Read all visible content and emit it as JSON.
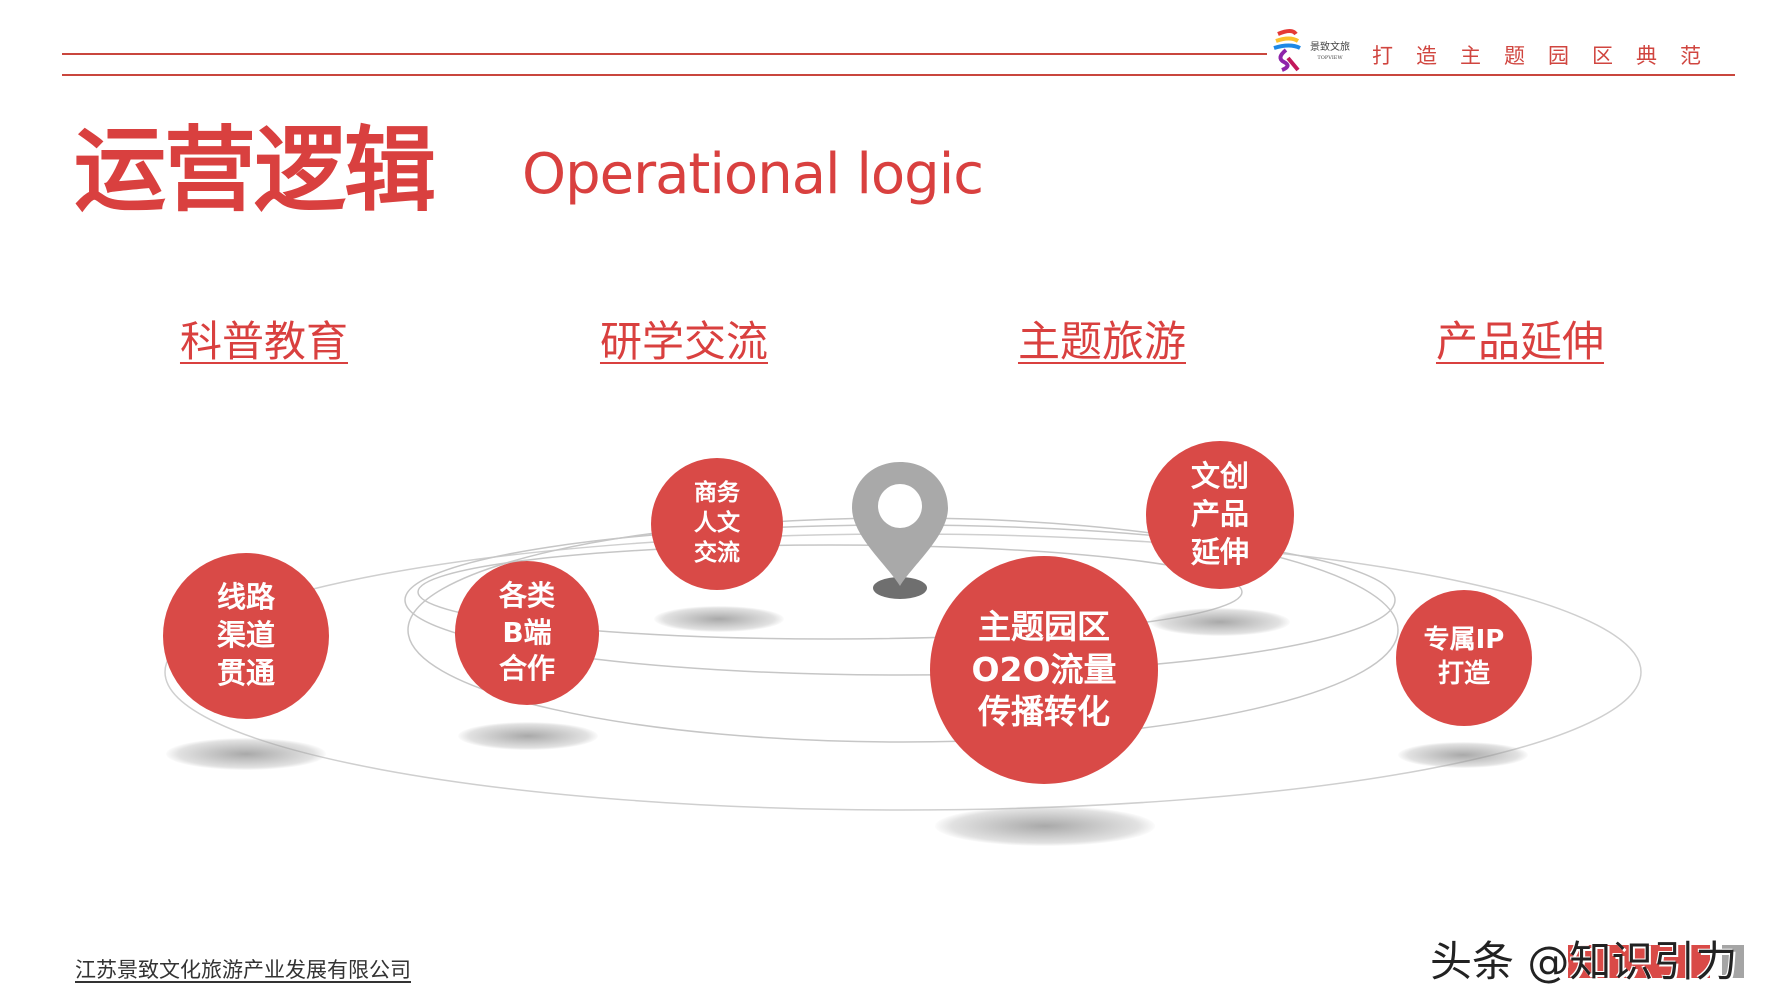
{
  "header": {
    "brand_name": "景致文旅",
    "brand_sub": "TOPVIEW",
    "tagline": "打造主题园区典范",
    "accent_color": "#d9403f"
  },
  "title": {
    "cn": "运营逻辑",
    "en": "Operational logic"
  },
  "categories": [
    "科普教育",
    "研学交流",
    "主题旅游",
    "产品延伸"
  ],
  "bubbles": [
    {
      "lines": [
        "线路",
        "渠道",
        "贯通"
      ]
    },
    {
      "lines": [
        "各类",
        "B端",
        "合作"
      ]
    },
    {
      "lines": [
        "商务",
        "人文",
        "交流"
      ]
    },
    {
      "lines": [
        "主题园区",
        "O2O流量",
        "传播转化"
      ]
    },
    {
      "lines": [
        "文创",
        "产品",
        "延伸"
      ]
    },
    {
      "lines": [
        "专属IP",
        "打造"
      ]
    }
  ],
  "center_icon": "location-pin-icon",
  "footer": {
    "company": "江苏景致文化旅游产业发展有限公司"
  },
  "watermark": "头条 @知识引力"
}
